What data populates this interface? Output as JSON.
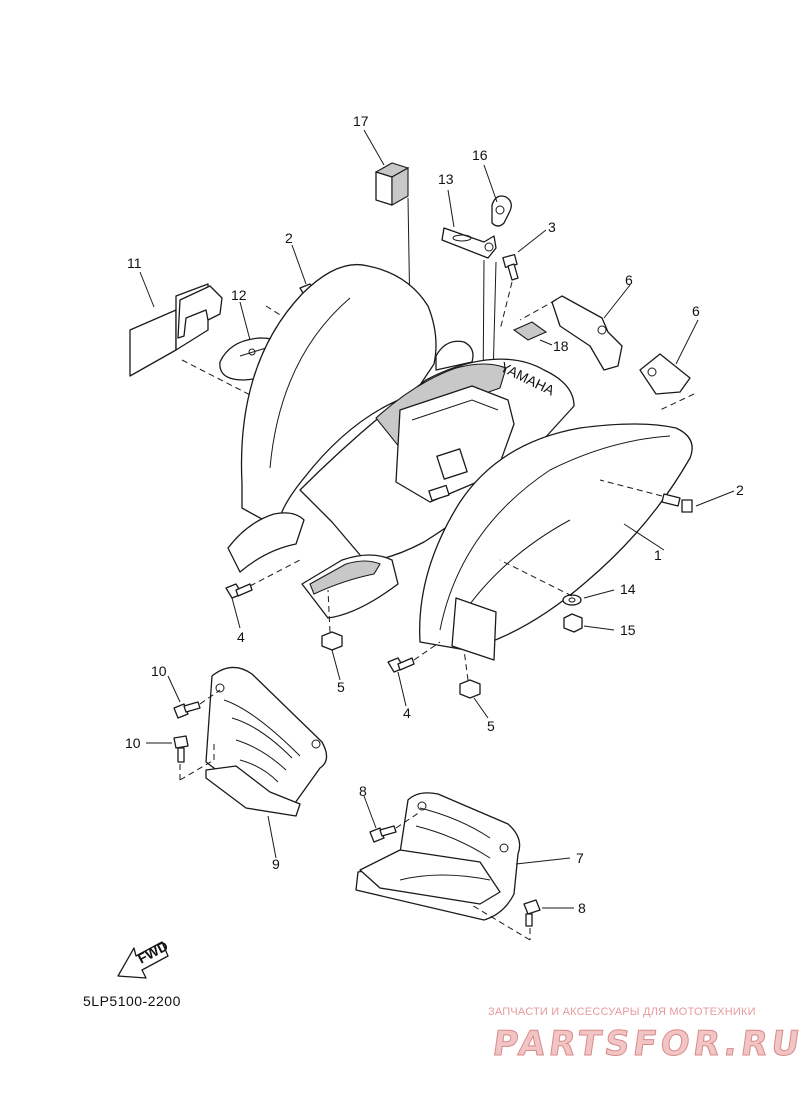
{
  "callouts": {
    "c1": "1",
    "c2a": "2",
    "c2b": "2",
    "c3": "3",
    "c4a": "4",
    "c4b": "4",
    "c5a": "5",
    "c5b": "5",
    "c6a": "6",
    "c6b": "6",
    "c7": "7",
    "c8a": "8",
    "c8b": "8",
    "c9": "9",
    "c10a": "10",
    "c10b": "10",
    "c11": "11",
    "c12": "12",
    "c13": "13",
    "c14": "14",
    "c15": "15",
    "c16": "16",
    "c17": "17",
    "c18": "18"
  },
  "fwd_label": "FWD",
  "diagram_code": "5LP5100-2200",
  "watermark": {
    "subtitle": "ЗАПЧАСТИ И АКСЕССУАРЫ ДЛЯ МОТОТЕХНИКИ",
    "logo": "PARTSFOR.RU"
  }
}
